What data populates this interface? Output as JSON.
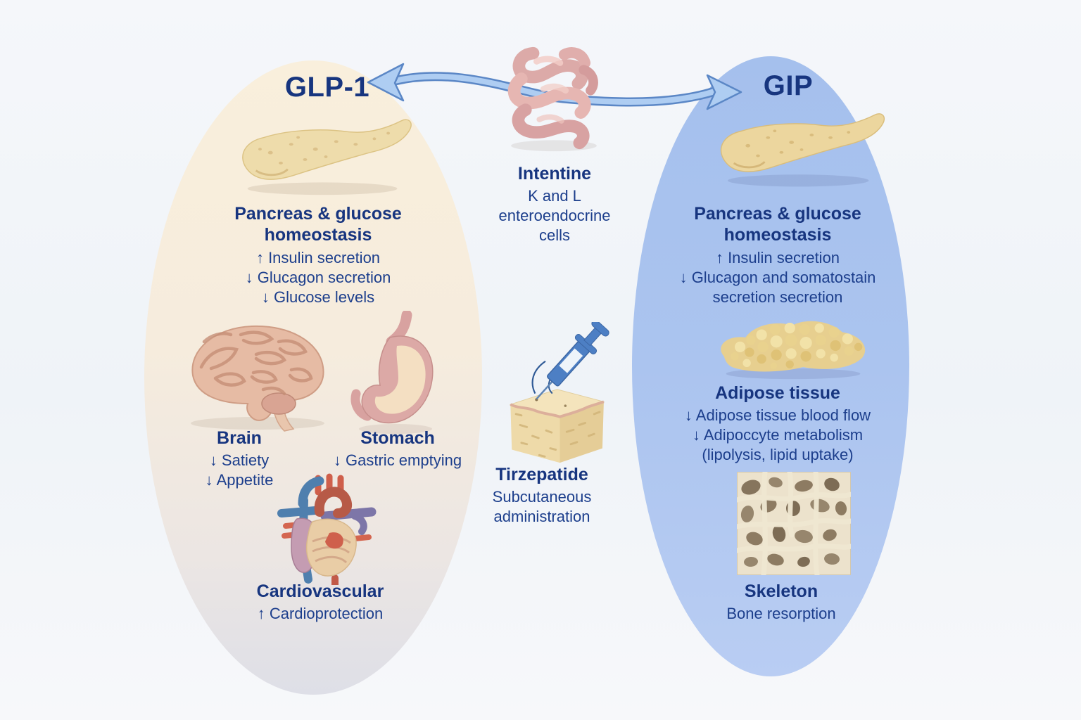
{
  "glp1": {
    "title": "GLP-1",
    "pancreas": {
      "heading": [
        "Pancreas & glucose",
        "homeostasis"
      ],
      "effects": [
        "↑ Insulin secretion",
        "↓ Glucagon secretion",
        "↓ Glucose levels"
      ]
    },
    "brain": {
      "heading": "Brain",
      "effects": [
        "↓ Satiety",
        "↓ Appetite"
      ]
    },
    "stomach": {
      "heading": "Stomach",
      "effects": [
        "↓ Gastric emptying"
      ]
    },
    "cardiovascular": {
      "heading": "Cardiovascular",
      "effects": [
        "↑ Cardioprotection"
      ]
    }
  },
  "center": {
    "intestine": {
      "heading": "Intentine",
      "lines": [
        "K and L",
        "enteroendocrine",
        "cells"
      ]
    },
    "tirzepatide": {
      "heading": "Tirzepatide",
      "lines": [
        "Subcutaneous",
        "administration"
      ]
    }
  },
  "gip": {
    "title": "GIP",
    "pancreas": {
      "heading": [
        "Pancreas & glucose",
        "homeostasis"
      ],
      "effects": [
        "↑ Insulin secretion",
        "↓ Glucagon and somatostain",
        "secretion secretion"
      ]
    },
    "adipose": {
      "heading": "Adipose tissue",
      "effects": [
        "↓ Adipose tissue blood flow",
        "↓ Adipoccyte metabolism",
        "(lipolysis, lipid uptake)"
      ]
    },
    "skeleton": {
      "heading": "Skeleton",
      "effects": [
        "Bone resorption"
      ]
    }
  },
  "colors": {
    "text_navy": "#1b3a87",
    "heading_navy": "#17357f",
    "left_ellipse_top": "#f9efdc",
    "left_ellipse_bottom": "#dedfe7",
    "right_ellipse": "#abc4ef",
    "background": "#f2f5f9",
    "arrow_fill": "#aecdf2",
    "arrow_outline": "#5b87c6"
  },
  "illustrations": {
    "intestine": "intestine-illustration",
    "pancreas_left": "pancreas-illustration",
    "pancreas_right": "pancreas-illustration",
    "brain": "brain-illustration",
    "stomach": "stomach-illustration",
    "heart": "heart-illustration",
    "syringe_skin": "syringe-skin-illustration",
    "adipose": "adipose-tissue-illustration",
    "bone": "trabecular-bone-illustration",
    "arrow": "double-curved-arrow"
  }
}
